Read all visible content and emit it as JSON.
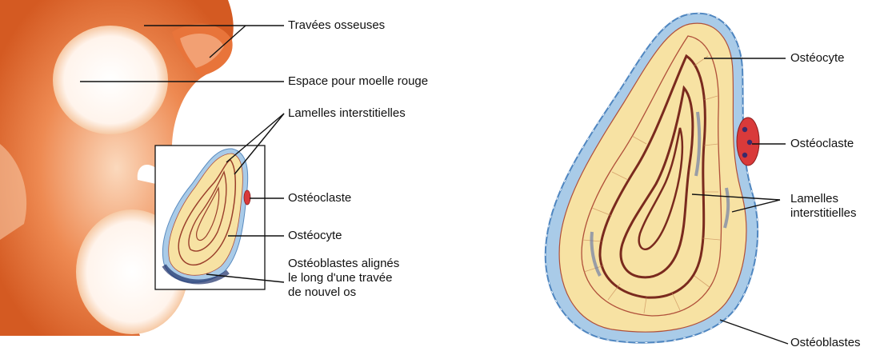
{
  "left_figure": {
    "labels": {
      "travees": "Travées osseuses",
      "espace": "Espace pour moelle rouge",
      "lamelles": "Lamelles interstitielles",
      "osteoclaste": "Ostéoclaste",
      "osteocyte": "Ostéocyte",
      "osteoblastes_l1": "Ostéoblastes alignés",
      "osteoblastes_l2": "le long d'une travée",
      "osteoblastes_l3": "de nouvel os"
    }
  },
  "right_figure": {
    "labels": {
      "osteocyte": "Ostéocyte",
      "osteoclaste": "Ostéoclaste",
      "lamelles_l1": "Lamelles",
      "lamelles_l2": "interstitielles",
      "osteoblastes": "Ostéoblastes"
    }
  },
  "colors": {
    "bone_trabecula": "#e8743a",
    "bone_light": "#f6c9a4",
    "matrix": "#f7e2a3",
    "lamella_line": "#b0503a",
    "osteoblast": "#a9cbe8",
    "osteoclast": "#d93a3a",
    "lacuna_blue": "#5a6fa8"
  }
}
